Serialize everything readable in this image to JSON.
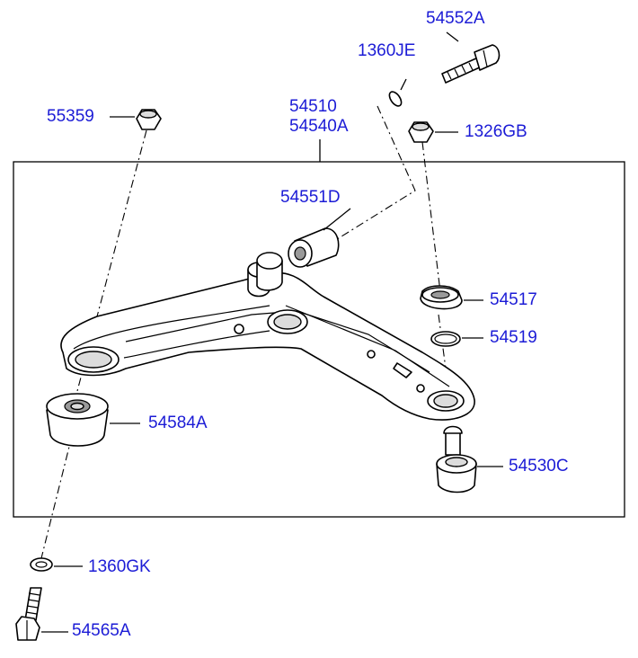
{
  "labels": {
    "bolt_54552A": "54552A",
    "washer_1360JE": "1360JE",
    "arm_54510": "54510",
    "arm_54540A": "54540A",
    "nut_55359": "55359",
    "nut_1326GB": "1326GB",
    "bushing_54551D": "54551D",
    "dustcover_54517": "54517",
    "ring_54519": "54519",
    "bushing_54584A": "54584A",
    "balljoint_54530C": "54530C",
    "washer_1360GK": "1360GK",
    "bolt_54565A": "54565A"
  },
  "colors": {
    "label_text": "#1c1cd6",
    "line_art": "#000000",
    "background": "#ffffff"
  }
}
